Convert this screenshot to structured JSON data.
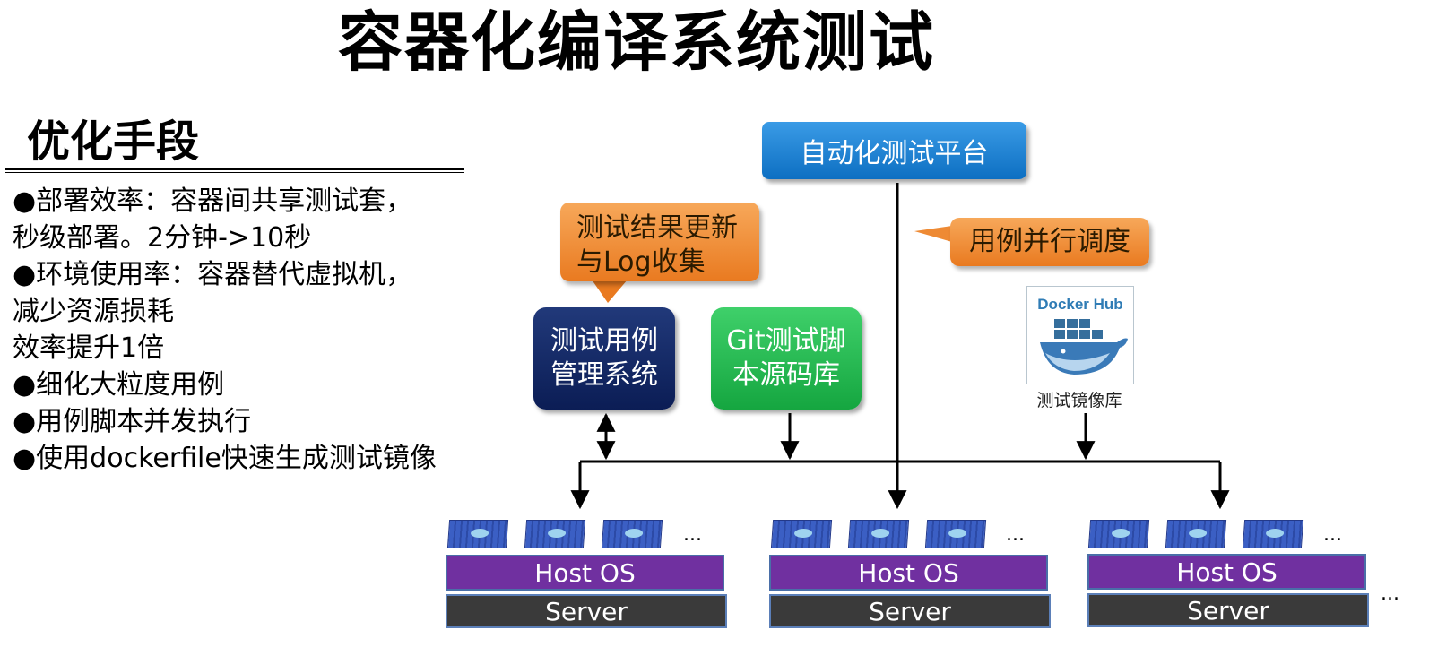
{
  "title": "容器化编译系统测试",
  "section_title": "优化手段",
  "bullets": [
    "●部署效率：容器间共享测试套，",
    "秒级部署。2分钟->10秒",
    "●环境使用率：容器替代虚拟机，",
    "减少资源损耗",
    "效率提升1倍",
    "●细化大粒度用例",
    "●用例脚本并发执行",
    "●使用dockerfile快速生成测试镜像"
  ],
  "diagram": {
    "platform": "自动化测试平台",
    "result_callout": [
      "测试结果更新",
      "与Log收集"
    ],
    "schedule_callout": "用例并行调度",
    "case_system": [
      "测试用例",
      "管理系统"
    ],
    "git_repo": [
      "Git测试脚",
      "本源码库"
    ],
    "docker_hub": {
      "logo_text": "Docker Hub",
      "label": "测试镜像库"
    },
    "servers": [
      {
        "host_os": "Host OS",
        "server": "Server",
        "more": "..."
      },
      {
        "host_os": "Host OS",
        "server": "Server",
        "more": "..."
      },
      {
        "host_os": "Host OS",
        "server": "Server",
        "more": "..."
      }
    ],
    "trailing_more": "...",
    "colors": {
      "platform": "#0d6fc2",
      "case_system": "#0b1d55",
      "git_repo": "#15a640",
      "callout": "#e97a20",
      "host_os": "#7030a0",
      "server": "#3a3a3a",
      "container": "#3b5fc4"
    }
  }
}
